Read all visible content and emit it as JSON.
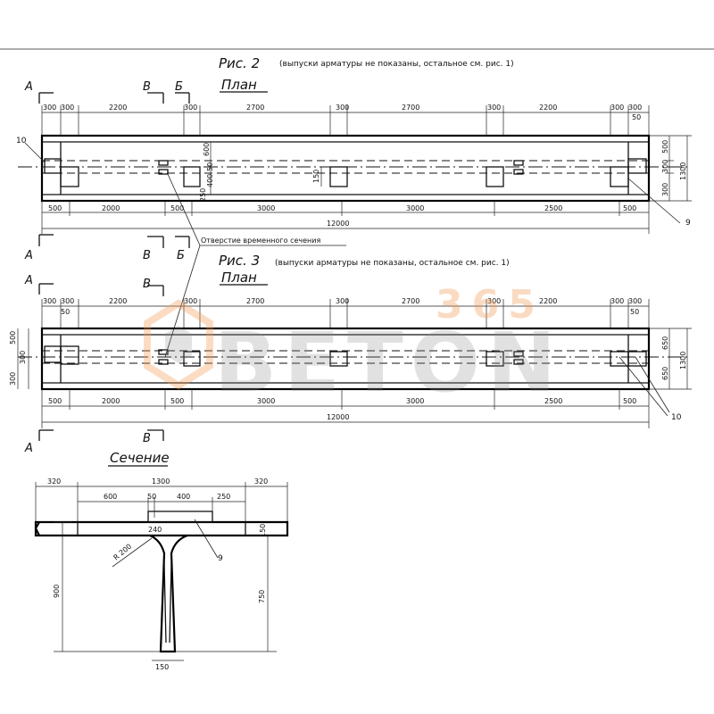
{
  "fig2": {
    "title": "Рис. 2",
    "note": "(выпуски арматуры не показаны, остальное  см. рис. 1)",
    "plan": "План",
    "top_dims": [
      "300",
      "300",
      "2200",
      "300",
      "2700",
      "300",
      "2700",
      "300",
      "2200",
      "300",
      "300"
    ],
    "bottom_dims": [
      "500",
      "2000",
      "500",
      "3000",
      "3000",
      "2500",
      "500"
    ],
    "total": "12000",
    "right_dims": [
      "500",
      "300",
      "300",
      "1300"
    ],
    "inner_dims": [
      "600",
      "50",
      "400",
      "250",
      "150",
      "50"
    ],
    "marks": [
      "А",
      "В",
      "Б",
      "10",
      "9"
    ],
    "hole_label": "Отверстие временного сечения"
  },
  "fig3": {
    "title": "Рис. 3",
    "note": "(выпуски арматуры не показаны, остальное  см. рис. 1)",
    "plan": "План",
    "top_dims": [
      "300",
      "300",
      "2200",
      "300",
      "2700",
      "300",
      "2700",
      "300",
      "2200",
      "300",
      "300"
    ],
    "bottom_dims": [
      "500",
      "2000",
      "500",
      "3000",
      "3000",
      "2500",
      "500"
    ],
    "total": "12000",
    "left_dims": [
      "500",
      "300",
      "300"
    ],
    "right_dims": [
      "650",
      "650",
      "1300"
    ],
    "inner_dims": [
      "50",
      "50"
    ],
    "marks": [
      "А",
      "В",
      "10"
    ]
  },
  "section": {
    "title": "Сечение",
    "top_dims": [
      "320",
      "1300",
      "320"
    ],
    "sub_dims": [
      "600",
      "50",
      "400",
      "250"
    ],
    "inner_dims": [
      "240",
      "150"
    ],
    "radius": "R 200",
    "height_dims": [
      "900",
      "750"
    ],
    "base_dim": "150",
    "mark": "9"
  },
  "watermark": {
    "number": "365",
    "word": "BETON"
  }
}
